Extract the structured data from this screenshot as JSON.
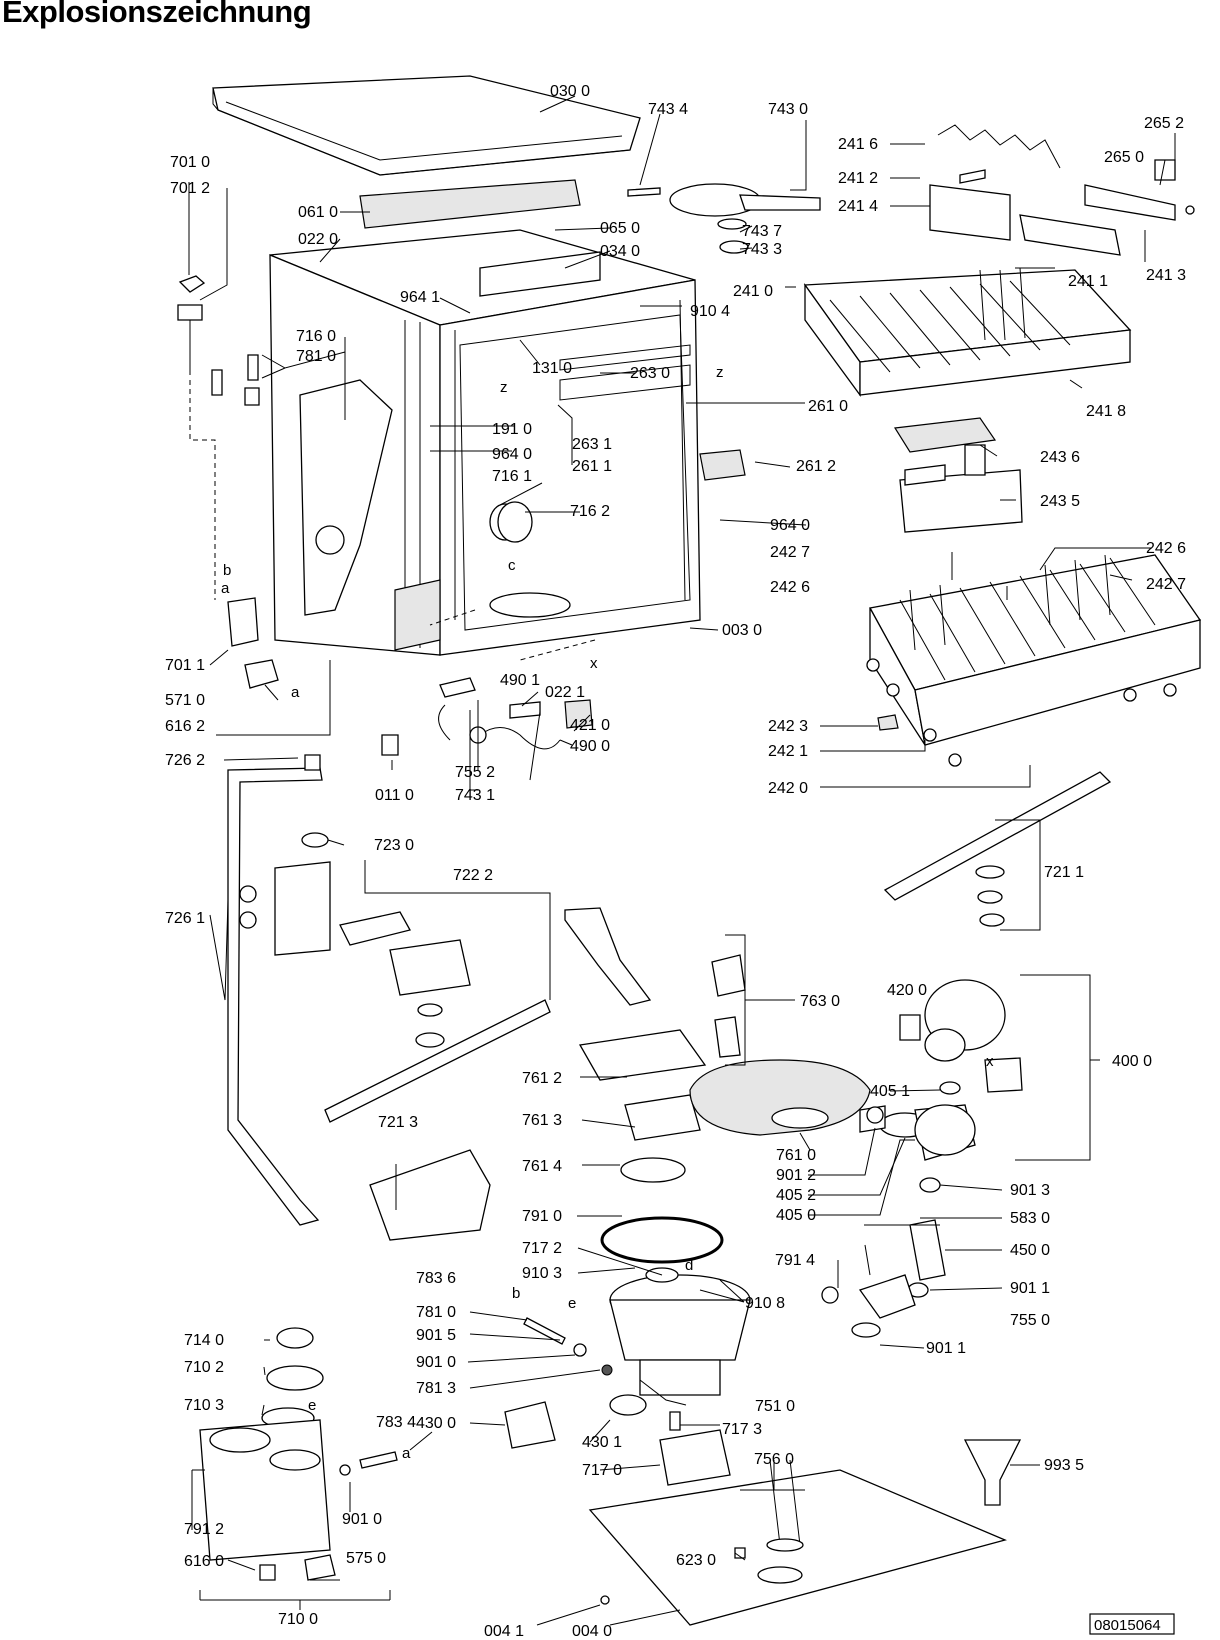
{
  "title": "Explosionszeichnung",
  "drawing_number": "08015064",
  "labels": {
    "l0300": "030 0",
    "l7434": "743 4",
    "l7430": "743 0",
    "l2416": "241 6",
    "l2652": "265 2",
    "l2412": "241 2",
    "l2650": "265 0",
    "l2414": "241 4",
    "l7010": "701 0",
    "l7012": "701 2",
    "l0610": "061 0",
    "l0650": "065 0",
    "l0340": "034 0",
    "l7437": "743 7",
    "l7433": "743 3",
    "l0220": "022 0",
    "l2411": "241 1",
    "l2413": "241 3",
    "l2410": "241 0",
    "l9641": "964 1",
    "l9104": "910 4",
    "l7160": "716 0",
    "l7810": "781 0",
    "l1310": "131 0",
    "l2630": "263 0",
    "l2610": "261 0",
    "l2418": "241 8",
    "l1910": "191 0",
    "l9640a": "964 0",
    "l2631": "263 1",
    "l2611": "261 1",
    "l2612": "261 2",
    "l2436": "243 6",
    "l7161": "716 1",
    "l7162": "716 2",
    "l2435": "243 5",
    "l9640b": "964 0",
    "l2427a": "242 7",
    "l2426a": "242 6",
    "l2426b": "242 6",
    "l2427b": "242 7",
    "l0030": "003 0",
    "l7011": "701 1",
    "l4901": "490 1",
    "l0221": "022 1",
    "l5710": "571 0",
    "l4210": "421 0",
    "l6162": "616 2",
    "l4900": "490 0",
    "l2423": "242 3",
    "l2421": "242 1",
    "l7262": "726 2",
    "l7552": "755 2",
    "l0110": "011 0",
    "l7431": "743 1",
    "l2420": "242 0",
    "l7230": "723 0",
    "l7222": "722 2",
    "l7211": "721 1",
    "l7261": "726 1",
    "l7630": "763 0",
    "l4200": "420 0",
    "l4000": "400 0",
    "l7612": "761 2",
    "l4051": "405 1",
    "l7213": "721 3",
    "l7613": "761 3",
    "l7610": "761 0",
    "l7614": "761 4",
    "l9012": "901 2",
    "l4052": "405 2",
    "l4050": "405 0",
    "l9013": "901 3",
    "l7910": "791 0",
    "l5830": "583 0",
    "l7172": "717 2",
    "l4500": "450 0",
    "l7836": "783 6",
    "l9103": "910 3",
    "l7914": "791 4",
    "l9108": "910 8",
    "l9011a": "901 1",
    "l7810b": "781 0",
    "l7550": "755 0",
    "l7140": "714 0",
    "l9015": "901 5",
    "l9011b": "901 1",
    "l7102": "710 2",
    "l9010a": "901 0",
    "l7813": "781 3",
    "l7510": "751 0",
    "l7103": "710 3",
    "l7834": "783 4",
    "l4300": "430 0",
    "l7173": "717 3",
    "l4301": "430 1",
    "l7560": "756 0",
    "l9935": "993 5",
    "l7170": "717 0",
    "l9010b": "901 0",
    "l7912": "791 2",
    "l6230": "623 0",
    "l6160": "616 0",
    "l5750": "575 0",
    "l7100": "710 0",
    "l0041": "004 1",
    "l0040": "004 0"
  },
  "refs": {
    "a1": "a",
    "b1": "b",
    "a2": "a",
    "c1": "c",
    "x1": "x",
    "z1": "z",
    "z2": "z",
    "x2": "x",
    "b2": "b",
    "e1": "e",
    "d1": "d",
    "e2": "e",
    "a3": "a"
  }
}
